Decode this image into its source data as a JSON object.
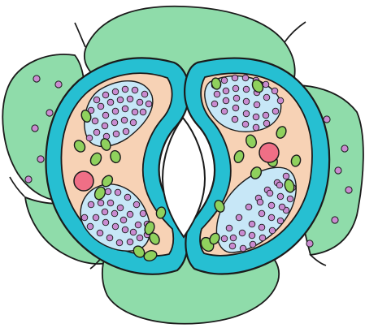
{
  "diagram": {
    "colors": {
      "epidermal_cell": "#8fdcaa",
      "guard_cell_wall": "#26bfd2",
      "cytoplasm": "#f7d2b5",
      "vacuole": "#c7e7f7",
      "vacuole_inclusion": "#c98bd0",
      "chloroplast": "#8fd15d",
      "nucleus": "#ef6f86",
      "stomatal_pore": "#ffffff",
      "outline": "#1b1b1b"
    },
    "parts": [
      "epidermal-cells",
      "guard-cells",
      "stomatal-pore",
      "chloroplasts",
      "nuclei",
      "vacuoles"
    ]
  }
}
